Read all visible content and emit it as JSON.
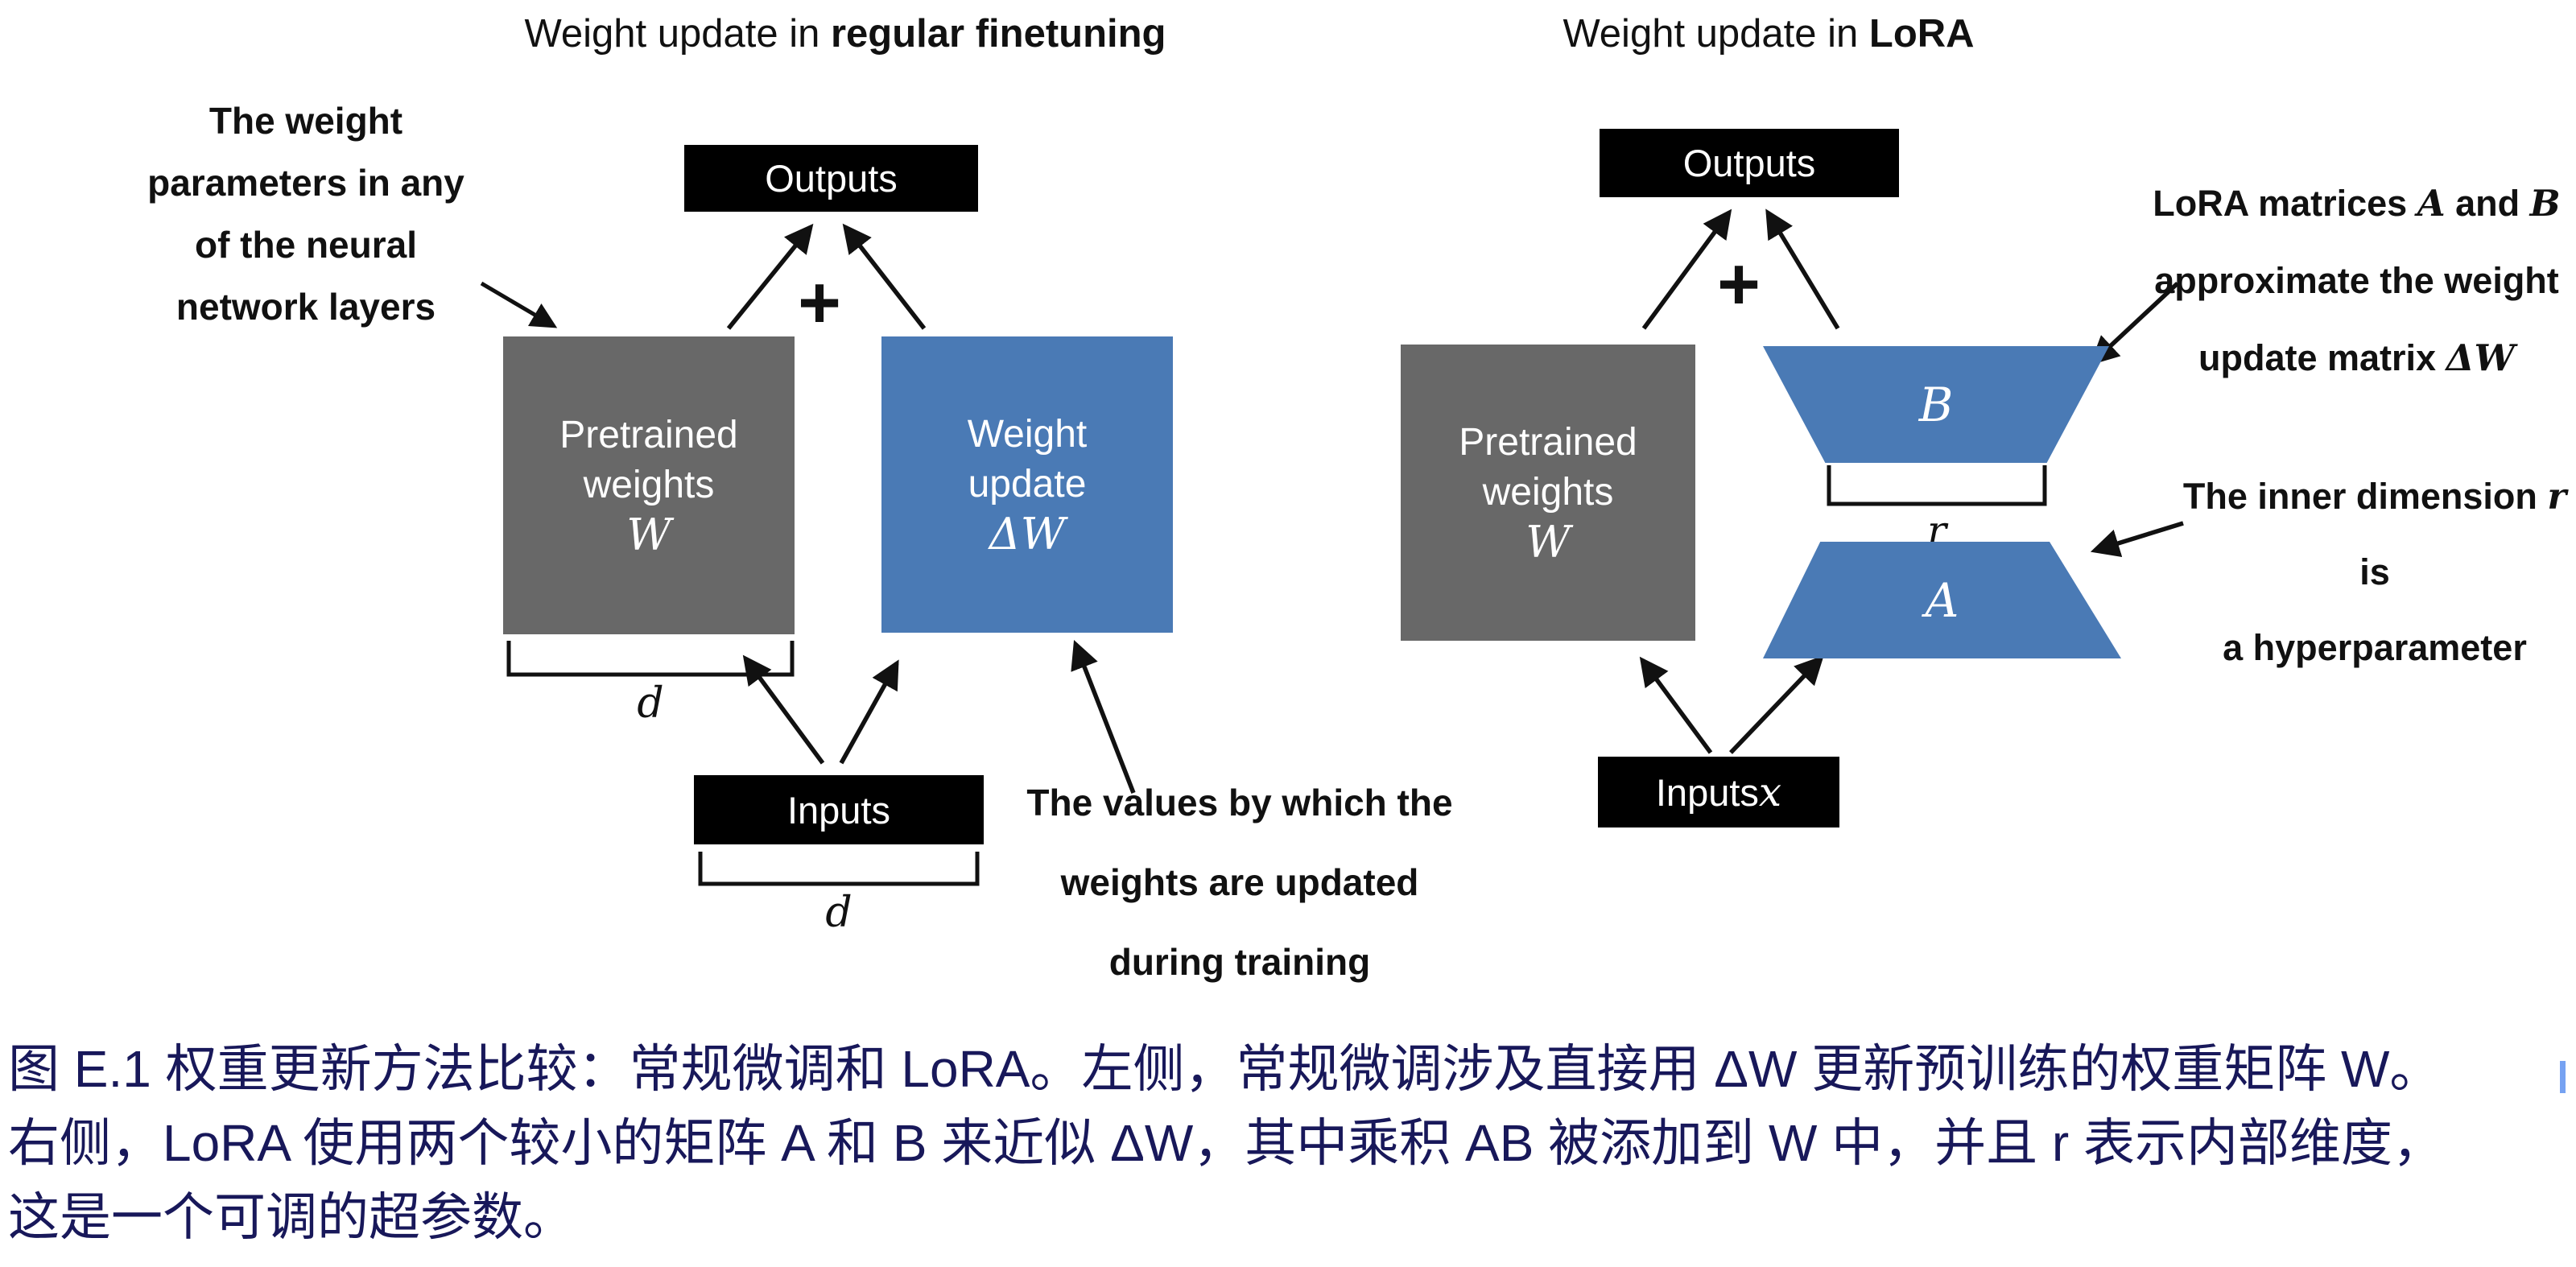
{
  "colors": {
    "lora_blue": "#4a7ab5",
    "pretrained_gray": "#686868",
    "io_box_black": "#000000",
    "caption_navy": "#18185a",
    "cursor_artifact_blue": "#76a2f2"
  },
  "left": {
    "title": {
      "prefix": "Weight update in ",
      "bold": "regular finetuning"
    },
    "weight_annotation": {
      "lines": [
        "The weight",
        "parameters in any",
        "of the neural",
        "network layers"
      ]
    },
    "outputs_label": "Outputs",
    "plus": "+",
    "pretrained_box": {
      "line1": "Pretrained",
      "line2": "weights",
      "symbol": "W"
    },
    "update_box": {
      "line1": "Weight",
      "line2": "update",
      "symbol": "ΔW"
    },
    "dim_label_weights": "d",
    "inputs_label": "Inputs",
    "dim_label_inputs": "d",
    "values_annotation": {
      "lines": [
        "The values by which the",
        "weights are updated",
        "during training"
      ]
    }
  },
  "right": {
    "title": {
      "prefix": "Weight update in ",
      "bold": "LoRA"
    },
    "outputs_label": "Outputs",
    "plus": "+",
    "pretrained_box": {
      "line1": "Pretrained",
      "line2": "weights",
      "symbol": "W"
    },
    "matrix_b": "B",
    "matrix_a": "A",
    "rank_label": "r",
    "inputs_box": {
      "prefix": "Inputs ",
      "symbol": "x"
    },
    "lora_annotation": {
      "l1a": "LoRA matrices ",
      "l1b": "A",
      "l1c": " and ",
      "l1d": "B",
      "l2": "approximate the weight",
      "l3a": "update matrix ",
      "l3b": "ΔW"
    },
    "inner_annotation": {
      "l1a": "The inner dimension ",
      "l1b": "r",
      "l1c": " is",
      "l2": "a hyperparameter"
    }
  },
  "caption": {
    "lines": [
      "图 E.1 权重更新方法比较：常规微调和 LoRA。左侧，常规微调涉及直接用 ΔW 更新预训练的权重矩阵 W。",
      "右侧，LoRA 使用两个较小的矩阵 A 和 B 来近似 ΔW，其中乘积 AB 被添加到 W 中，并且 r 表示内部维度，",
      "这是一个可调的超参数。"
    ]
  }
}
